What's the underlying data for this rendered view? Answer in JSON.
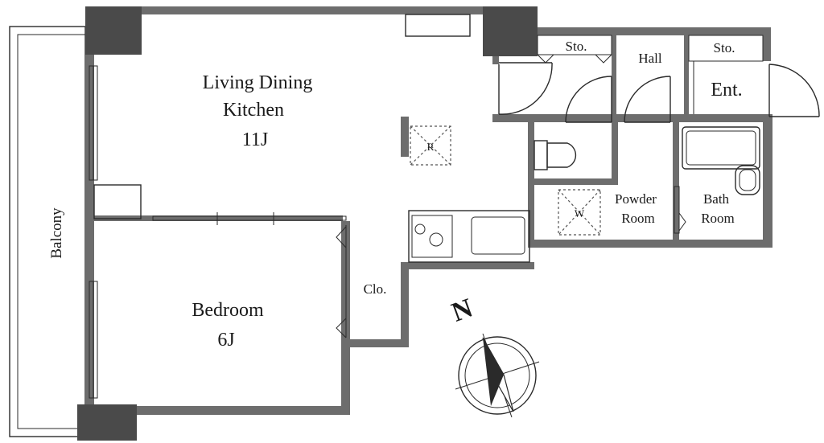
{
  "plan": {
    "rooms": {
      "ldk_line1": "Living Dining",
      "ldk_line2": "Kitchen",
      "ldk_size": "11J",
      "bedroom": "Bedroom",
      "bedroom_size": "6J",
      "balcony": "Balcony",
      "closet": "Clo.",
      "storage_hall": "Sto.",
      "storage_entry": "Sto.",
      "hall": "Hall",
      "entrance": "Ent.",
      "powder_line1": "Powder",
      "powder_line2": "Room",
      "bath_line1": "Bath",
      "bath_line2": "Room"
    },
    "fixtures": {
      "refrigerator": "R",
      "washer": "W"
    },
    "compass": {
      "north": "N"
    },
    "colors": {
      "wall": "#6d6d6d",
      "column": "#4a4a4a",
      "line": "#2a2a2a"
    }
  }
}
